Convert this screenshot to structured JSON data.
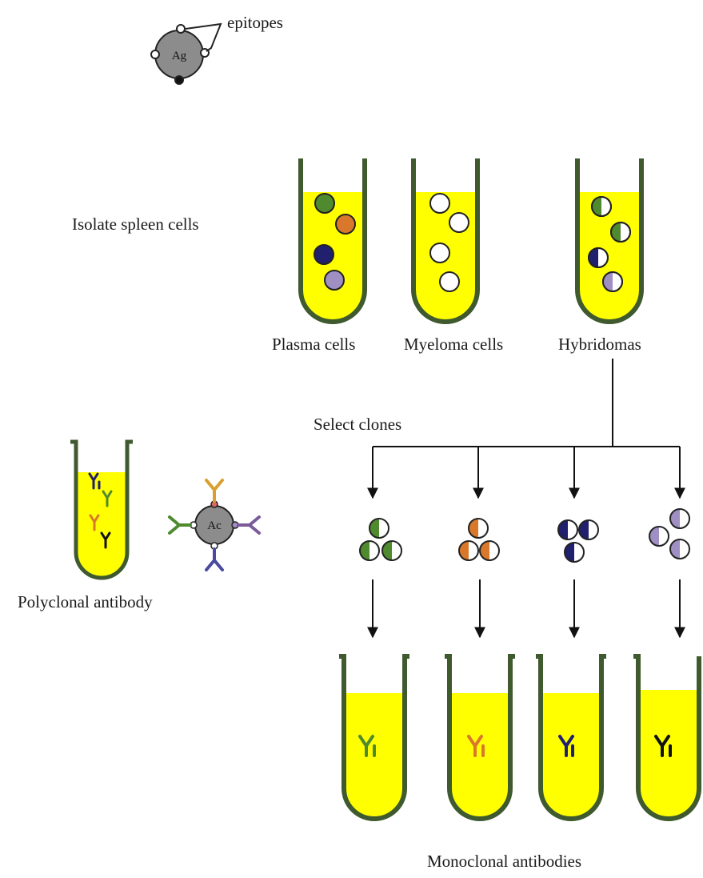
{
  "labels": {
    "epitopes": "epitopes",
    "isolate": "Isolate spleen cells",
    "plasma": "Plasma cells",
    "myeloma": "Myeloma cells",
    "hybridomas": "Hybridomas",
    "select": "Select clones",
    "polyclonal": "Polyclonal antibody",
    "monoclonal": "Monoclonal antibodies"
  },
  "antigen_label": "Ag",
  "complex_label": "Ac",
  "colors": {
    "tube_outline": "#3f5a2e",
    "tube_liquid": "#ffff00",
    "green": "#4f8a2f",
    "orange": "#d9782a",
    "navy": "#20206e",
    "lavender": "#9f8fc2",
    "antigen_fill": "#8c8c8c",
    "arrow": "#111111"
  },
  "clone_colors": [
    "green",
    "orange",
    "navy",
    "lavender"
  ],
  "antibody_colors": [
    "green",
    "orange",
    "navy",
    "black"
  ]
}
